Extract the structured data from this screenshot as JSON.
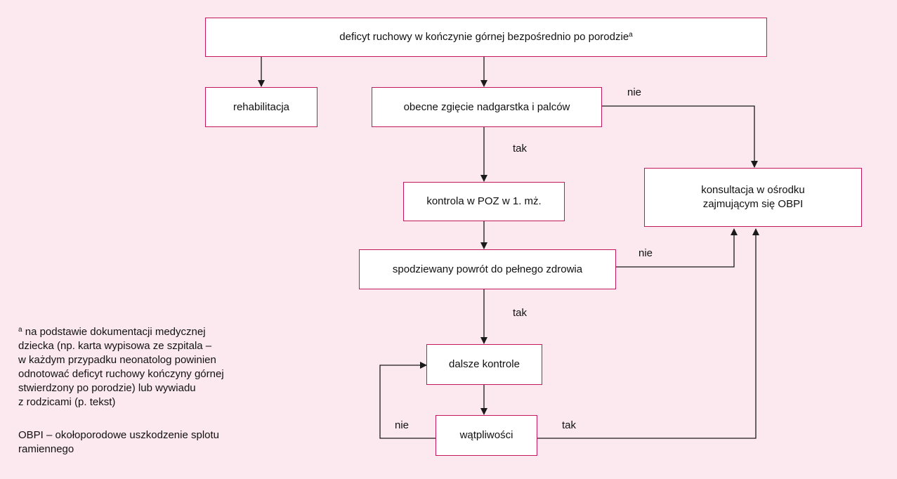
{
  "nodes": {
    "top": {
      "text": "deficyt ruchowy w kończynie górnej bezpośrednio po porodzie",
      "sup": "a"
    },
    "rehab": {
      "text": "rehabilitacja"
    },
    "flexion": {
      "text": "obecne zgięcie nadgarstka i palców"
    },
    "control": {
      "text": "kontrola w POZ w 1. mż."
    },
    "consult": {
      "line1": "konsultacja w ośrodku",
      "line2": "zajmującym się OBPI"
    },
    "expected": {
      "text": "spodziewany powrót do pełnego zdrowia"
    },
    "further": {
      "text": "dalsze kontrole"
    },
    "doubts": {
      "text": "wątpliwości"
    }
  },
  "edge_labels": {
    "flexion_no": "nie",
    "flexion_yes": "tak",
    "expected_no": "nie",
    "expected_yes": "tak",
    "doubts_no": "nie",
    "doubts_yes": "tak"
  },
  "footnotes": {
    "a_marker": "a",
    "a_lines": [
      " na podstawie dokumentacji medycznej",
      "dziecka (np. karta wypisowa ze szpitala –",
      "w każdym przypadku neonatolog powinien",
      "odnotować deficyt ruchowy kończyny górnej",
      "stwierdzony po porodzie) lub wywiadu",
      "z rodzicami (p. tekst)"
    ],
    "obpi_lines": [
      "OBPI – okołoporodowe uszkodzenie splotu",
      "ramiennego"
    ]
  },
  "colors": {
    "background": "#fce9ef",
    "box_border": "#c2185b",
    "box_fill": "#ffffff",
    "line": "#1a1a1a"
  }
}
